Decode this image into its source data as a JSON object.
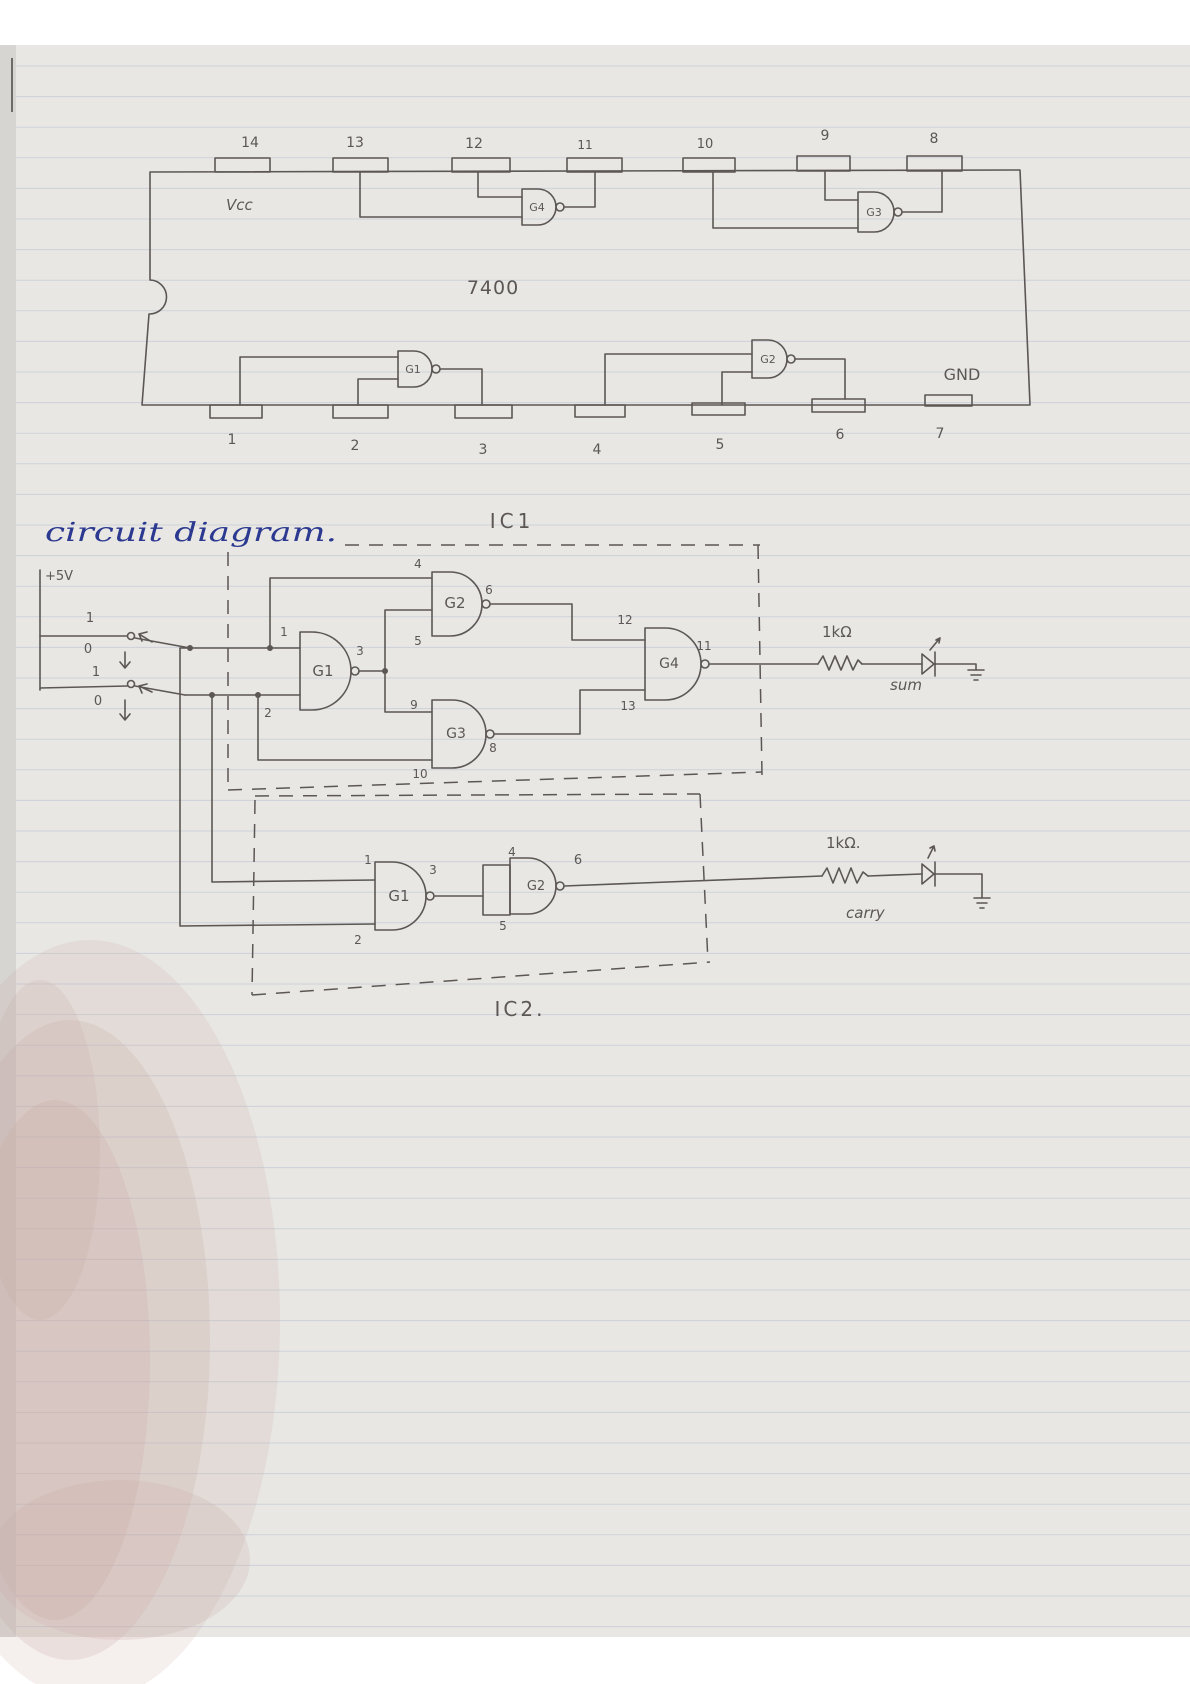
{
  "colors": {
    "pencil": "#5c5754",
    "ink": "#2b3990",
    "paper": "#e8e7e3",
    "rule": "#cdd2d9"
  },
  "ic_pinout": {
    "vcc_label": "Vcc",
    "part_number": "7400",
    "gnd_label": "GND",
    "top_pin_numbers": [
      "14",
      "13",
      "12",
      "11",
      "10",
      "9",
      "8"
    ],
    "bottom_pin_numbers": [
      "1",
      "2",
      "3",
      "4",
      "5",
      "6",
      "7"
    ],
    "gate_labels": {
      "g4": "G4",
      "g3": "G3",
      "g1": "G1",
      "g2": "G2"
    }
  },
  "circuit": {
    "heading": "circuit diagram.",
    "supply_label": "+5V",
    "switch_marks": [
      "1",
      "0",
      "1",
      "0"
    ],
    "ic1": {
      "label": "IC1",
      "gates": {
        "g1": {
          "name": "G1",
          "pins": [
            "1",
            "2",
            "3"
          ]
        },
        "g2": {
          "name": "G2",
          "pins": [
            "4",
            "5",
            "6"
          ]
        },
        "g3": {
          "name": "G3",
          "pins": [
            "9",
            "10",
            "8"
          ]
        },
        "g4": {
          "name": "G4",
          "pins": [
            "12",
            "13",
            "11"
          ]
        }
      },
      "resistor_label": "1kΩ",
      "output_label": "sum"
    },
    "ic2": {
      "label": "IC2.",
      "gates": {
        "g1": {
          "name": "G1",
          "pins": [
            "1",
            "2",
            "3"
          ]
        },
        "g2": {
          "name": "G2",
          "pins": [
            "4",
            "5",
            "6"
          ]
        }
      },
      "resistor_label": "1kΩ.",
      "output_label": "carry"
    }
  }
}
